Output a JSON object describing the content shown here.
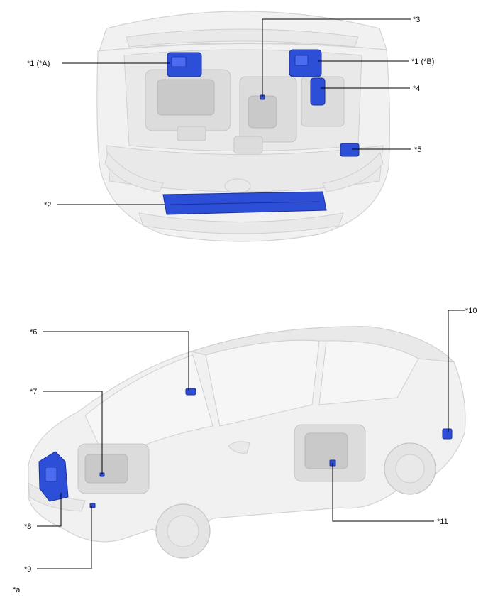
{
  "callouts": {
    "c1a": "*1 (*A)",
    "c1b": "*1 (*B)",
    "c2": "*2",
    "c3": "*3",
    "c4": "*4",
    "c5": "*5",
    "c6": "*6",
    "c7": "*7",
    "c8": "*8",
    "c9": "*9",
    "c10": "*10",
    "c11": "*11"
  },
  "footnote": "*a",
  "colors": {
    "component": "#2d4fd8",
    "vehicle": "#f1f1f1",
    "leader": "#000000"
  }
}
